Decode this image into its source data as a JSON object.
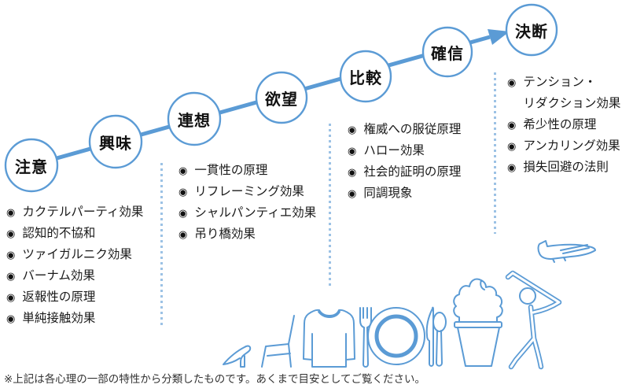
{
  "colors": {
    "accent": "#5B9BD5",
    "separator": "#9CC2E5",
    "text": "#1A1A1A"
  },
  "ui": {
    "bullet": "◉"
  },
  "funnel": {
    "stages": [
      {
        "label": "注意"
      },
      {
        "label": "興味"
      },
      {
        "label": "連想"
      },
      {
        "label": "欲望"
      },
      {
        "label": "比較"
      },
      {
        "label": "確信"
      },
      {
        "label": "決断"
      }
    ]
  },
  "effect_groups": [
    {
      "items": [
        "カクテルパーティ効果",
        "認知的不協和",
        "ツァイガルニク効果",
        "バーナム効果",
        "返報性の原理",
        "単純接触効果"
      ]
    },
    {
      "items": [
        "一貫性の原理",
        "リフレーミング効果",
        "シャルパンティエ効果",
        "吊り橋効果"
      ]
    },
    {
      "items": [
        "権威への服従原理",
        "ハロー効果",
        "社会的証明の原理",
        "同調現象"
      ]
    },
    {
      "items": [
        "テンション・\nリダクション効果",
        "希少性の原理",
        "アンカリング効果",
        "損失回避の法則"
      ]
    }
  ],
  "icons": [
    "high-heel",
    "chair",
    "sweater",
    "fork",
    "plate",
    "knife",
    "spoon",
    "soft-serve",
    "golfer",
    "airplane"
  ],
  "footnote": "※上記は各心理の一部の特性から分類したものです。あくまで目安としてご覧ください。"
}
